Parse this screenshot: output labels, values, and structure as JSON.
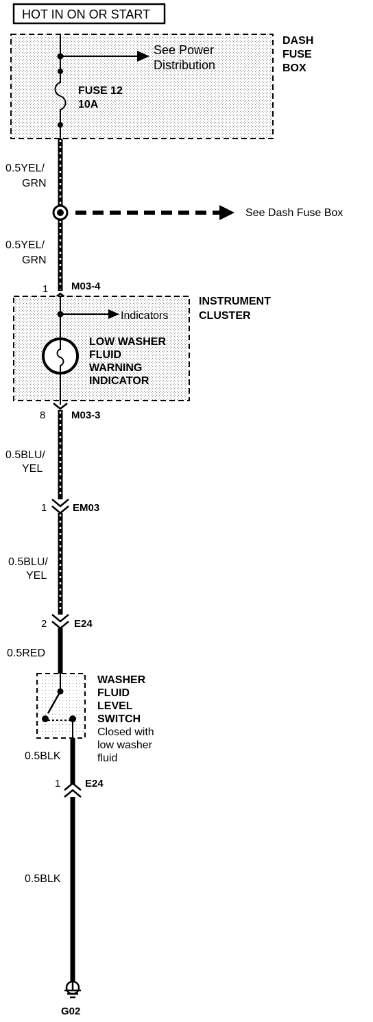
{
  "header": {
    "title": "HOT IN ON OR START"
  },
  "dash_fuse_box": {
    "label_lines": [
      "DASH",
      "FUSE",
      "BOX"
    ],
    "see_power_lines": [
      "See Power",
      "Distribution"
    ],
    "fuse_lines": [
      "FUSE 12",
      "10A"
    ]
  },
  "splice": {
    "reference": "See Dash Fuse Box"
  },
  "wires": {
    "w1_lines": [
      "0.5YEL/",
      "GRN"
    ],
    "w2_lines": [
      "0.5YEL/",
      "GRN"
    ],
    "w3_lines": [
      "0.5BLU/",
      "YEL"
    ],
    "w4_lines": [
      "0.5BLU/",
      "YEL"
    ],
    "w5": "0.5RED",
    "w6": "0.5BLK",
    "w7": "0.5BLK"
  },
  "connectors": {
    "c1": {
      "pin": "1",
      "name": "M03-4"
    },
    "c2": {
      "pin": "8",
      "name": "M03-3"
    },
    "c3": {
      "pin": "1",
      "name": "EM03"
    },
    "c4": {
      "pin": "2",
      "name": "E24"
    },
    "c5": {
      "pin": "1",
      "name": "E24"
    }
  },
  "instrument_cluster": {
    "label_lines": [
      "INSTRUMENT",
      "CLUSTER"
    ],
    "indicators": "Indicators",
    "lamp_lines": [
      "LOW WASHER",
      "FLUID",
      "WARNING",
      "INDICATOR"
    ]
  },
  "switch": {
    "label_lines": [
      "WASHER",
      "FLUID",
      "LEVEL",
      "SWITCH"
    ],
    "note_lines": [
      "Closed with",
      "low washer",
      "fluid"
    ]
  },
  "ground": {
    "name": "G02"
  }
}
